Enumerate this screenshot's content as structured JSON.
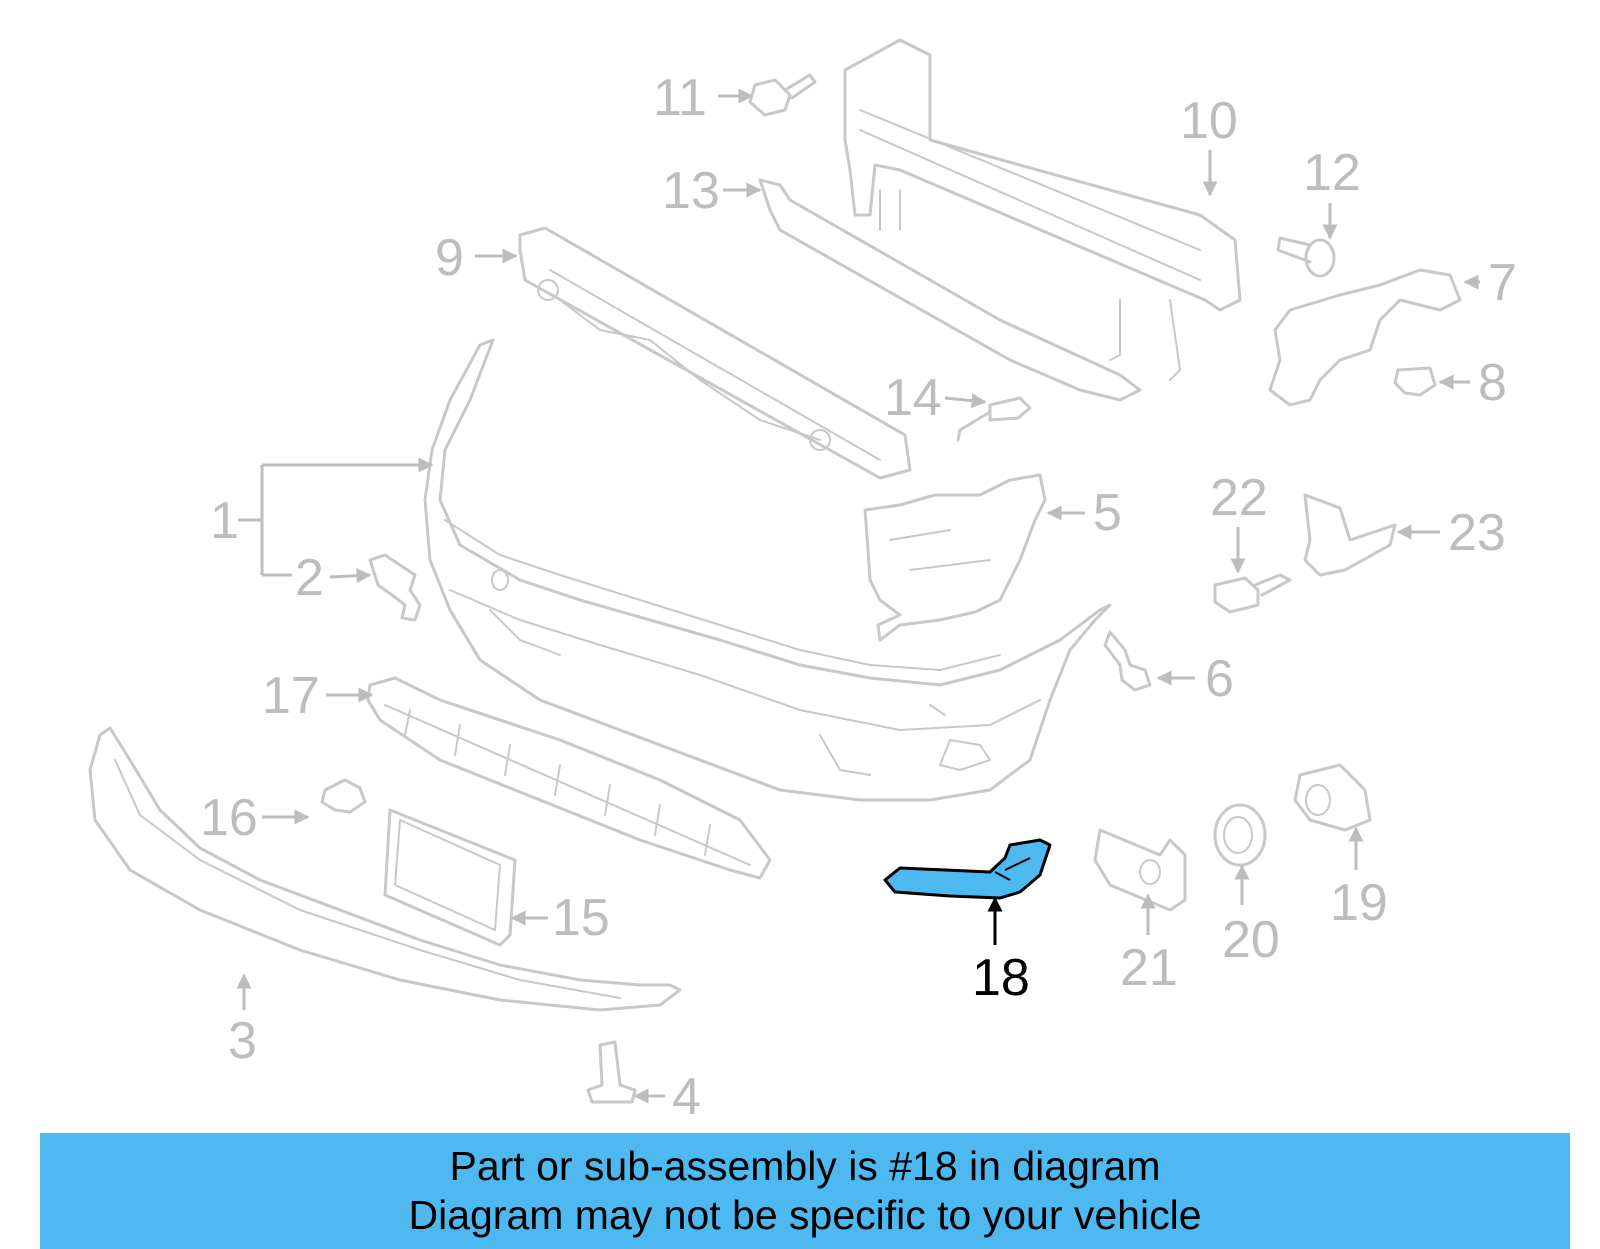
{
  "callouts": {
    "c1": "1",
    "c2": "2",
    "c3": "3",
    "c4": "4",
    "c5": "5",
    "c6": "6",
    "c7": "7",
    "c8": "8",
    "c9": "9",
    "c10": "10",
    "c11": "11",
    "c12": "12",
    "c13": "13",
    "c14": "14",
    "c15": "15",
    "c16": "16",
    "c17": "17",
    "c18": "18",
    "c19": "19",
    "c20": "20",
    "c21": "21",
    "c22": "22",
    "c23": "23"
  },
  "highlight": {
    "part": "18",
    "color": "#4eb8f0"
  },
  "banner": {
    "line1": "Part or sub-assembly is #18 in diagram",
    "line2": "Diagram may not be specific to your vehicle",
    "background": "#4eb8f0"
  }
}
